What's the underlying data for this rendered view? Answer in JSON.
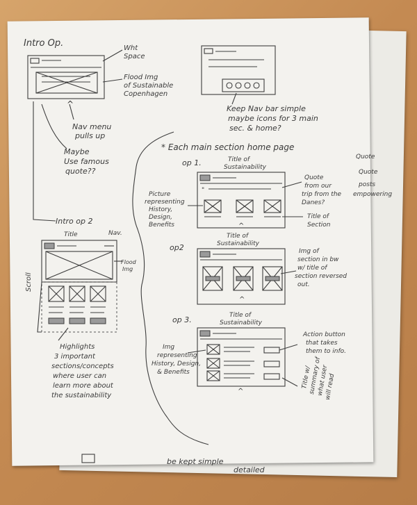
{
  "notes": {
    "intro_op1": "Intro Op.",
    "wht_space_1": "Wht",
    "wht_space_2": "Space",
    "flood_img_1": "Flood Img",
    "flood_img_2": "of Sustainable",
    "flood_img_3": "Copenhagen",
    "nav_menu_1": "Nav menu",
    "nav_menu_2": "pulls up",
    "maybe_1": "Maybe",
    "maybe_2": "Use famous",
    "maybe_3": "quote??",
    "keep_nav_1": "Keep Nav bar simple",
    "keep_nav_2": "maybe icons for 3 main",
    "keep_nav_3": "sec. & home?",
    "each_main": "* Each main section home page",
    "op1": "op 1.",
    "title_sust_1a": "Title of",
    "title_sust_1b": "Sustainability",
    "quote_1": "Quote",
    "quote_2": "from our",
    "quote_3": "trip from the",
    "quote_4": "Danes?",
    "picture_1": "Picture",
    "picture_2": "representing",
    "picture_3": "History,",
    "picture_4": "Design,",
    "picture_5": "Benefits",
    "title_section_1": "Title of",
    "title_section_2": "Section",
    "intro_op2": "Intro op 2",
    "title_small": "Title",
    "nav_small": "Nav.",
    "flood_small_1": "Flood",
    "flood_small_2": "Img",
    "scroll": "Scroll",
    "op2": "op2",
    "title_sust_2a": "Title of",
    "title_sust_2b": "Sustainability",
    "img_section_1": "Img of",
    "img_section_2": "section in bw",
    "img_section_3": "w/ title of",
    "img_section_4": "section reversed",
    "img_section_5": "out.",
    "op3": "op 3.",
    "title_sust_3a": "Title of",
    "title_sust_3b": "Sustainability",
    "action_1": "Action button",
    "action_2": "that takes",
    "action_3": "them to info.",
    "img_rep_1": "Img",
    "img_rep_2": "representing",
    "img_rep_3": "History, Design,",
    "img_rep_4": "& Benefits",
    "highlights_1": "Highlights",
    "highlights_2": "3 important",
    "highlights_3": "sections/concepts",
    "highlights_4": "where user can",
    "highlights_5": "learn more about",
    "highlights_6": "the sustainability",
    "title_w_1": "Title w/",
    "title_w_2": "summary of",
    "title_w_3": "what user",
    "title_w_4": "will read",
    "edge_1": "Quote",
    "edge_2": "Quote",
    "edge_3": "posts",
    "edge_4": "empowering",
    "bottom_1": "be kept simple",
    "bottom_2": "detailed"
  }
}
